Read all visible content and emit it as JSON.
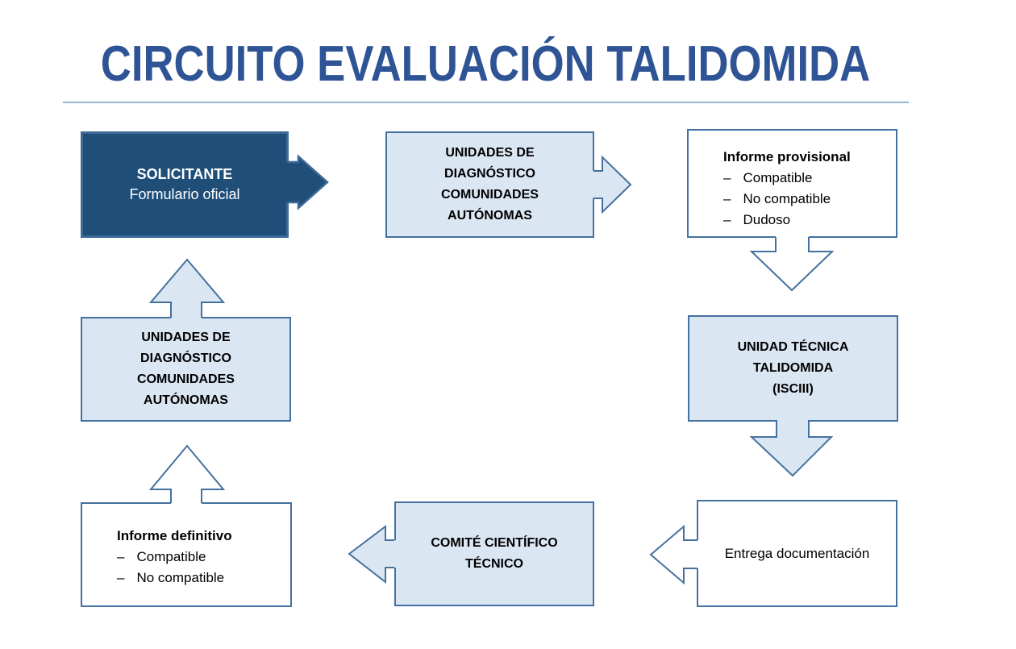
{
  "title": "CIRCUITO EVALUACIÓN TALIDOMIDA",
  "nodes": {
    "solicitante": {
      "title": "SOLICITANTE",
      "subtitle": "Formulario oficial"
    },
    "unidades_top": {
      "l1": "UNIDADES DE",
      "l2": "DIAGNÓSTICO",
      "l3": "COMUNIDADES",
      "l4": "AUTÓNOMAS"
    },
    "informe_provisional": {
      "title": "Informe provisional",
      "bullet": "–",
      "items": [
        "Compatible",
        "No compatible",
        "Dudoso"
      ]
    },
    "unidad_tecnica": {
      "l1": "UNIDAD TÉCNICA",
      "l2": "TALIDOMIDA",
      "l3": "(ISCIII)"
    },
    "entrega_documentacion": {
      "label": "Entrega documentación"
    },
    "comite_cientifico": {
      "l1": "COMITÉ CIENTÍFICO",
      "l2": "TÉCNICO"
    },
    "informe_definitivo": {
      "title": "Informe definitivo",
      "bullet": "–",
      "items": [
        "Compatible",
        "No compatible"
      ]
    },
    "unidades_left": {
      "l1": "UNIDADES DE",
      "l2": "DIAGNÓSTICO",
      "l3": "COMUNIDADES",
      "l4": "AUTÓNOMAS"
    }
  },
  "colors": {
    "dark-fill": "#1F4E79",
    "dark-border": "#3D6A97",
    "light-fill": "#DBE6F3",
    "outline": "#44719F",
    "white-fill": "#FFFFFF",
    "title-text": "#2F5496",
    "divider": "#94B6D9",
    "text": "#000000"
  }
}
